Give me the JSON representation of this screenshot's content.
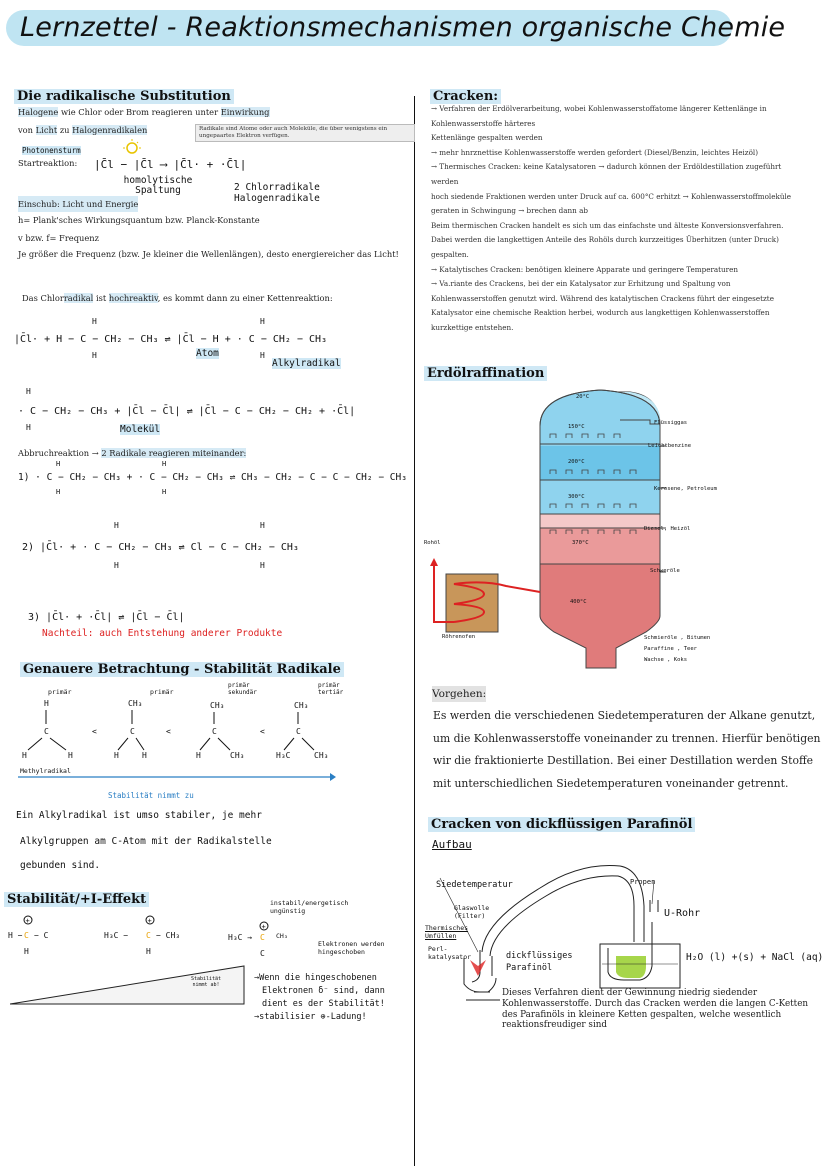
{
  "title": "Lernzettel - Reaktionsmechanismen organische Chemie",
  "left": {
    "radikal": {
      "heading": "Die radikalische Substitution",
      "line1_a": "Halogene",
      "line1_b": "wie Chlor oder Brom reagieren unter",
      "line1_c": "Einwirkung",
      "line2_a": "von",
      "line2_b": "Licht",
      "line2_c": "zu",
      "line2_d": "Halogenradikalen",
      "box": "Radikale sind Atome oder auch Moleküle, die über wenigstens ein ungepaartes Elektron verfügen.",
      "photonen": "Photonensturm",
      "startreaktion": "Startreaktion:",
      "homolytische": "homolytische Spaltung",
      "chlorradikale": "2 Chlorradikale Halogenradikale",
      "einschub": "Einschub: Licht und Energie",
      "h_line": "h= Plank'sches Wirkungsquantum bzw. Planck-Konstante",
      "v_line": "v bzw. f= Frequenz",
      "je_line": "Je größer die Frequenz (bzw. Je kleiner die Wellenlängen), desto energiereicher das Licht!",
      "chlor_a": "Das Chlor",
      "chlor_b": "radikal",
      "chlor_c": "ist",
      "chlor_d": "hochreaktiv",
      "chlor_e": ", es kommt dann zu einer Kettenreaktion:",
      "atom": "Atom",
      "alkylradikal": "Alkylradikal",
      "molekuel": "Molekül",
      "abbruch_a": "Abbruchreaktion →",
      "abbruch_b": "2 Radikale reagieren miteinander:",
      "nachteil": "Nachteil: auch Entstehung anderer Produkte"
    },
    "stabil": {
      "heading": "Genauere Betrachtung - Stabilität Radikale",
      "primaer": "primär",
      "sekundaer": "primär sekundär",
      "tertiaer": "primär tertiär",
      "methyl": "Methylradikal",
      "stabilitaet": "Stabilität nimmt zu",
      "hand1": "Ein Alkylradikal ist umso stabiler, je mehr",
      "hand2": "Alkylgruppen am C-Atom mit der Radikalstelle",
      "hand3": "gebunden sind."
    },
    "ieffekt": {
      "heading": "Stabilität/+I-Effekt",
      "instabil": "instabil/energetisch ungünstig",
      "elektronen": "Elektronen werden hingeschoben",
      "wedge": "Stabilität nimmt ab!",
      "note1": "→Wenn die hingeschobenen",
      "note2": "Elektronen δ⁻ sind, dann",
      "note3": "dient es der Stabilität!",
      "note4": "→stabilisier ⊕-Ladung!"
    }
  },
  "right": {
    "cracken": {
      "heading": "Cracken:",
      "lines": [
        "→ Verfahren der Erdölverarbeitung, wobei Kohlenwasserstoffatome längerer Kettenlänge in",
        "Kohlenwasserstoffe härteres",
        "Kettenlänge gespalten werden",
        "→ mehr hnrznettise Kohlenwasserstoffe werden gefordert (Diesel/Benzin, leichtes Heizöl)",
        "→ Thermisches Cracken: keine Katalysatoren → dadurch können der Erdöldestillation zugeführt",
        "werden",
        "hoch siedende Fraktionen werden unter Druck auf ca. 600°C erhitzt → Kohlenwasserstoffmoleküle",
        "geraten in Schwingung → brechen dann ab",
        "Beim thermischen Cracken handelt es sich um das einfachste und älteste Konversionsverfahren.",
        "Dabei werden die langkettigen Anteile des Rohöls durch kurzzeitiges Überhitzen (unter Druck)",
        "gespalten.",
        "→ Katalytisches Cracken: benötigen kleinere Apparate und geringere Temperaturen",
        "→ Va.riante des Crackens, bei der ein Katalysator zur Erhitzung und Spaltung von",
        "Kohlenwasserstoffen genutzt wird. Während des katalytischen Crackens führt der eingesetzte",
        "Katalysator eine chemische Reaktion herbei, wodurch aus langkettigen Kohlenwasserstoffen",
        "kurzkettige entstehen."
      ]
    },
    "raffination": {
      "heading": "Erdölraffination",
      "labels": [
        "Flüssiggas",
        "Leichtbenzine",
        "Kerosene, Petroleum",
        "Diesel, Heizöl",
        "Schweröle",
        "Schmieröle , Bitumen",
        "Paraffine , Teer",
        "Wachse , Koks"
      ],
      "temps": [
        "20°C",
        "150°C",
        "200°C",
        "300°C",
        "370°C",
        "400°C"
      ],
      "rohoel": "Rohöl",
      "roehrenofen": "Röhrenofen"
    },
    "vorgehen": {
      "heading": "Vorgehen:",
      "lines": [
        "Es werden die verschiedenen Siedetemperaturen der Alkane genutzt,",
        "um die Kohlenwasserstoffe voneinander zu trennen. Hierfür benötigen",
        "wir die fraktionierte Destillation. Bei einer Destillation werden Stoffe",
        "mit unterschiedlichen Siedetemperaturen voneinander getrennt."
      ]
    },
    "parafin": {
      "heading": "Cracken von dickflüssigen Parafinöl",
      "aufbau": "Aufbau",
      "siede": "Siedetemperatur",
      "glaswolle": "Glaswolle (Filter)",
      "thermisches": "Thermisches Umfüllen",
      "perl": "Perl-katalysator",
      "dick": "dickflüssiges Parafinöl",
      "propen": "Propen",
      "urohr": "U-Rohr",
      "formel": "H₂O (l) +(s) + NaCl (aq)",
      "text": [
        "Dieses Verfahren dient der Gewinnung niedrig siedender",
        "Kohlenwasserstoffe. Durch das Cracken werden die langen C-Ketten",
        "des Parafinöls in kleinere Ketten gespalten, welche wesentlich",
        "reaktionsfreudiger sind"
      ]
    }
  },
  "colors": {
    "highlight": "#cfe8f5",
    "accent_blue": "#2b7fc4",
    "red": "#d22222",
    "tower_blue": "#8fd3ee",
    "tower_red": "#e07b7b"
  }
}
